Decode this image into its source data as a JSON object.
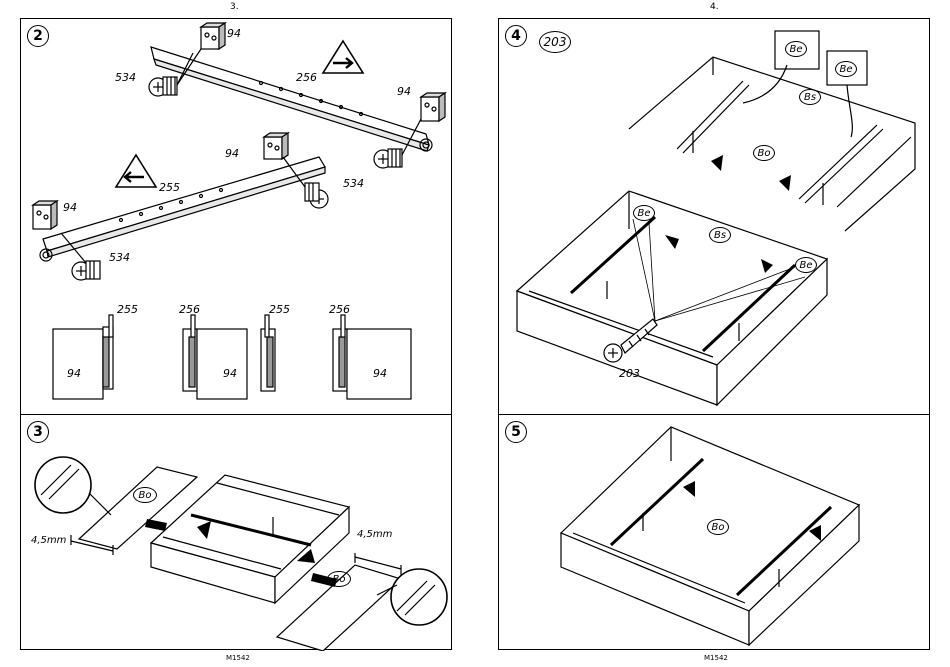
{
  "pages": {
    "left": "3.",
    "right": "4."
  },
  "footer": {
    "left": "M1542",
    "right": "M1542"
  },
  "steps": {
    "s2": {
      "num": "2",
      "labels": {
        "p94a": "94",
        "p534a": "534",
        "p256": "256",
        "p94b": "94",
        "p94c": "94",
        "p534b": "534",
        "p255": "255",
        "p94d": "94",
        "p534c": "534"
      },
      "details": [
        {
          "a": "255",
          "b": "94"
        },
        {
          "a": "256",
          "b": "94",
          "c": "255"
        },
        {
          "a": "256",
          "b": "94"
        }
      ]
    },
    "s3": {
      "num": "3",
      "bo1": "Bo",
      "bo2": "Bo",
      "mm1": "4,5mm",
      "mm2": "4,5mm"
    },
    "s4": {
      "num": "4",
      "part": "203",
      "be1": "Be",
      "be2": "Be",
      "bs1": "Bs",
      "bo": "Bo",
      "be3": "Be",
      "bs2": "Bs",
      "be4": "Be",
      "screw": "203"
    },
    "s5": {
      "num": "5",
      "bo": "Bo"
    }
  }
}
